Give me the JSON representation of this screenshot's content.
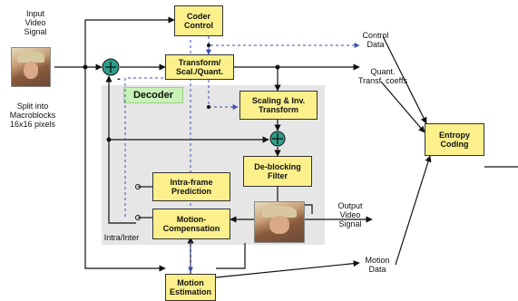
{
  "labels": {
    "input_video_signal": "Input\nVideo\nSignal",
    "split_into_macroblocks": "Split into\nMacroblocks\n16x16 pixels",
    "control_data": "Control\nData",
    "quant_transf_coeffs": "Quant.\nTransf. coeffs",
    "output_video_signal": "Output\nVideo\nSignal",
    "motion_data": "Motion\nData",
    "intra_inter": "Intra/Inter",
    "minus_sign": "-"
  },
  "blocks": {
    "coder_control": "Coder\nControl",
    "transform_scal_quant": "Transform/\nScal./Quant.",
    "decoder": "Decoder",
    "scaling_inv_transform": "Scaling & Inv.\nTransform",
    "entropy_coding": "Entropy\nCoding",
    "deblocking_filter": "De-blocking\nFilter",
    "intra_frame_prediction": "Intra-frame\nPrediction",
    "motion_compensation": "Motion-\nCompensation",
    "motion_estimation": "Motion\nEstimation"
  },
  "colors": {
    "block_fill": "#fbf08c",
    "decoder_region": "#e6e6e6",
    "decoder_tag": "#c8f2b8",
    "adder_fill": "#2f9d8a",
    "dashed_line": "#3a4fb0"
  },
  "icons": {
    "input_frame": "portrait-thumbnail",
    "output_frame": "portrait-thumbnail"
  }
}
